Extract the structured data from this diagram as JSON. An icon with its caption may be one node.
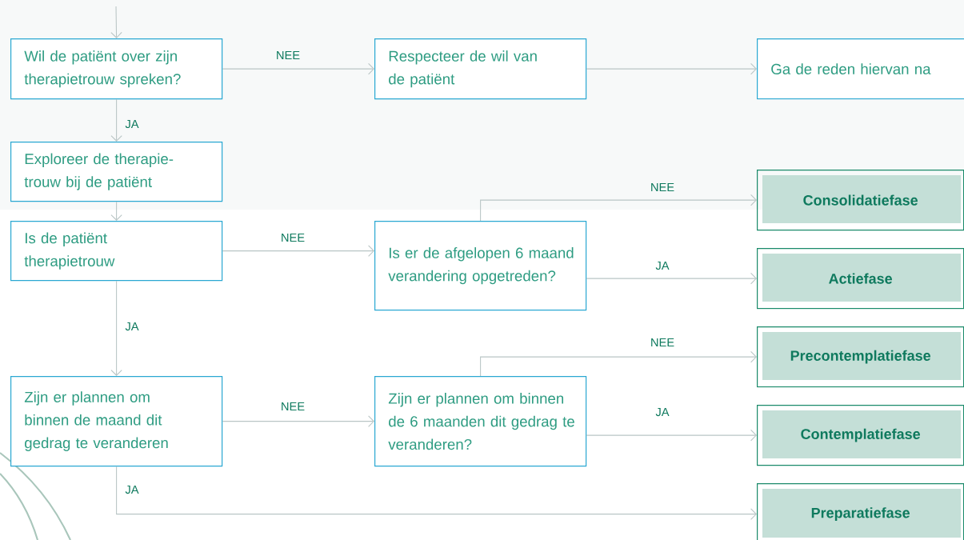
{
  "diagram": {
    "nodes": [
      {
        "text": [
          "Wil de patiënt over zijn therapietrouw spreken?"
        ]
      },
      {
        "text": [
          "Respecteer de wil van de patiënt"
        ]
      },
      {
        "text": [
          "Ga de reden hiervan na"
        ]
      },
      {
        "text": [
          "Exploreer de therapie- trouw bij de patiënt"
        ]
      },
      {
        "text": [
          "Is de patiënt therapietrouw"
        ]
      },
      {
        "text": [
          "Is er de afgelopen 6 maand verandering opgetreden?"
        ]
      },
      {
        "text": [
          "Zijn er plannen om binnen de maand dit gedrag te veranderen"
        ]
      },
      {
        "text": [
          "Zijn er plannen om binnen de 6 maanden dit gedrag te veranderen?"
        ]
      },
      {
        "text": [
          "Consolidatiefase"
        ]
      },
      {
        "text": [
          "Actiefase"
        ]
      },
      {
        "text": [
          "Precontemplatiefase"
        ]
      },
      {
        "text": [
          "Contemplatiefase"
        ]
      },
      {
        "text": [
          "Preparatiefase"
        ]
      }
    ],
    "edges": [
      {
        "from": null,
        "to": 0,
        "arrow": "to"
      },
      {
        "from": 0,
        "to": 1,
        "arrow": "to",
        "label": "NEE"
      },
      {
        "from": 1,
        "to": 2,
        "arrow": "to"
      },
      {
        "from": 0,
        "to": 3,
        "arrow": "to",
        "label": "JA"
      },
      {
        "from": 3,
        "to": 4,
        "arrow": "to"
      },
      {
        "from": 4,
        "to": 5,
        "arrow": "to",
        "label": "NEE"
      },
      {
        "from": 4,
        "to": 6,
        "arrow": "to",
        "label": "JA"
      },
      {
        "from": 5,
        "to": 8,
        "arrow": "to",
        "label": "NEE"
      },
      {
        "from": 5,
        "to": 9,
        "arrow": "to",
        "label": "JA"
      },
      {
        "from": 6,
        "to": 7,
        "arrow": "to",
        "label": "NEE"
      },
      {
        "from": 6,
        "to": 12,
        "arrow": "to",
        "label": "JA"
      },
      {
        "from": 7,
        "to": 10,
        "arrow": "to",
        "label": "NEE"
      },
      {
        "from": 7,
        "to": 11,
        "arrow": "to",
        "label": "JA"
      }
    ]
  }
}
